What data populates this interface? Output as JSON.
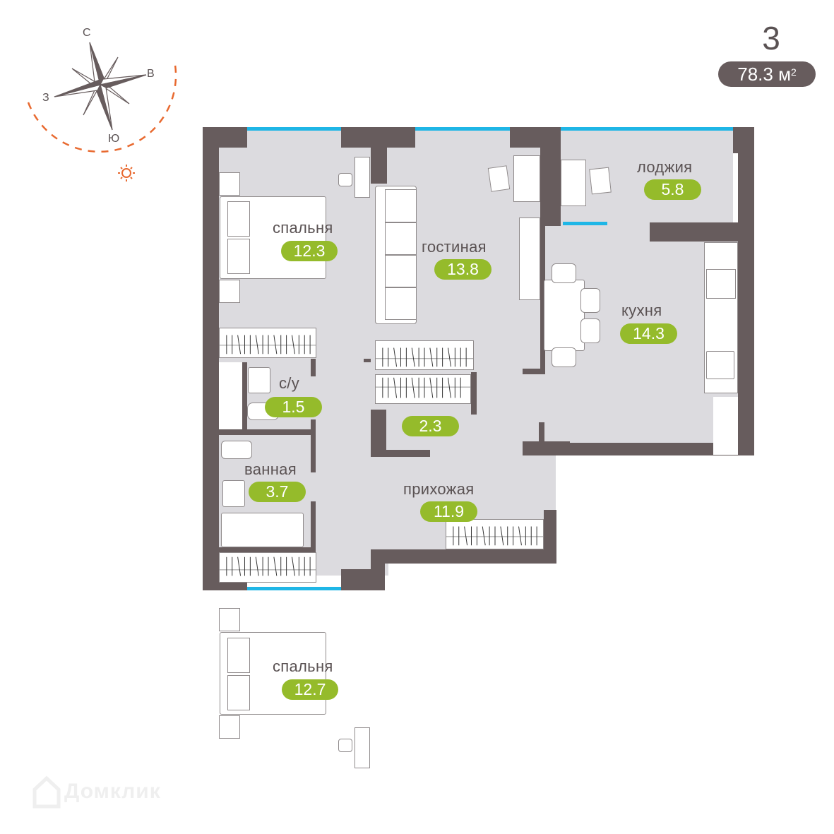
{
  "apartment": {
    "rooms_count": "3",
    "total_area_value": "78.3 м",
    "total_area_unit_sup": "2"
  },
  "compass": {
    "north": "С",
    "east": "В",
    "south": "Ю",
    "west": "З",
    "sun_icon": "sun-icon",
    "sun_path_color": "#e8692f"
  },
  "rooms": [
    {
      "id": "bedroom-1",
      "name": "спальня",
      "area": "12.3"
    },
    {
      "id": "living-room",
      "name": "гостиная",
      "area": "13.8"
    },
    {
      "id": "loggia",
      "name": "лоджия",
      "area": "5.8"
    },
    {
      "id": "kitchen",
      "name": "кухня",
      "area": "14.3"
    },
    {
      "id": "wc",
      "name": "с/у",
      "area": "1.5"
    },
    {
      "id": "storage",
      "name": "",
      "area": "2.3"
    },
    {
      "id": "bathroom",
      "name": "ванная",
      "area": "3.7"
    },
    {
      "id": "hallway",
      "name": "прихожая",
      "area": "11.9"
    },
    {
      "id": "bedroom-2",
      "name": "спальня",
      "area": "12.7"
    }
  ],
  "colors": {
    "wall": "#675c5d",
    "floor": "#dcdbdf",
    "window": "#1fb6e6",
    "area_badge": "#95bb2b",
    "text": "#5a5253"
  },
  "watermark": "Домклик"
}
